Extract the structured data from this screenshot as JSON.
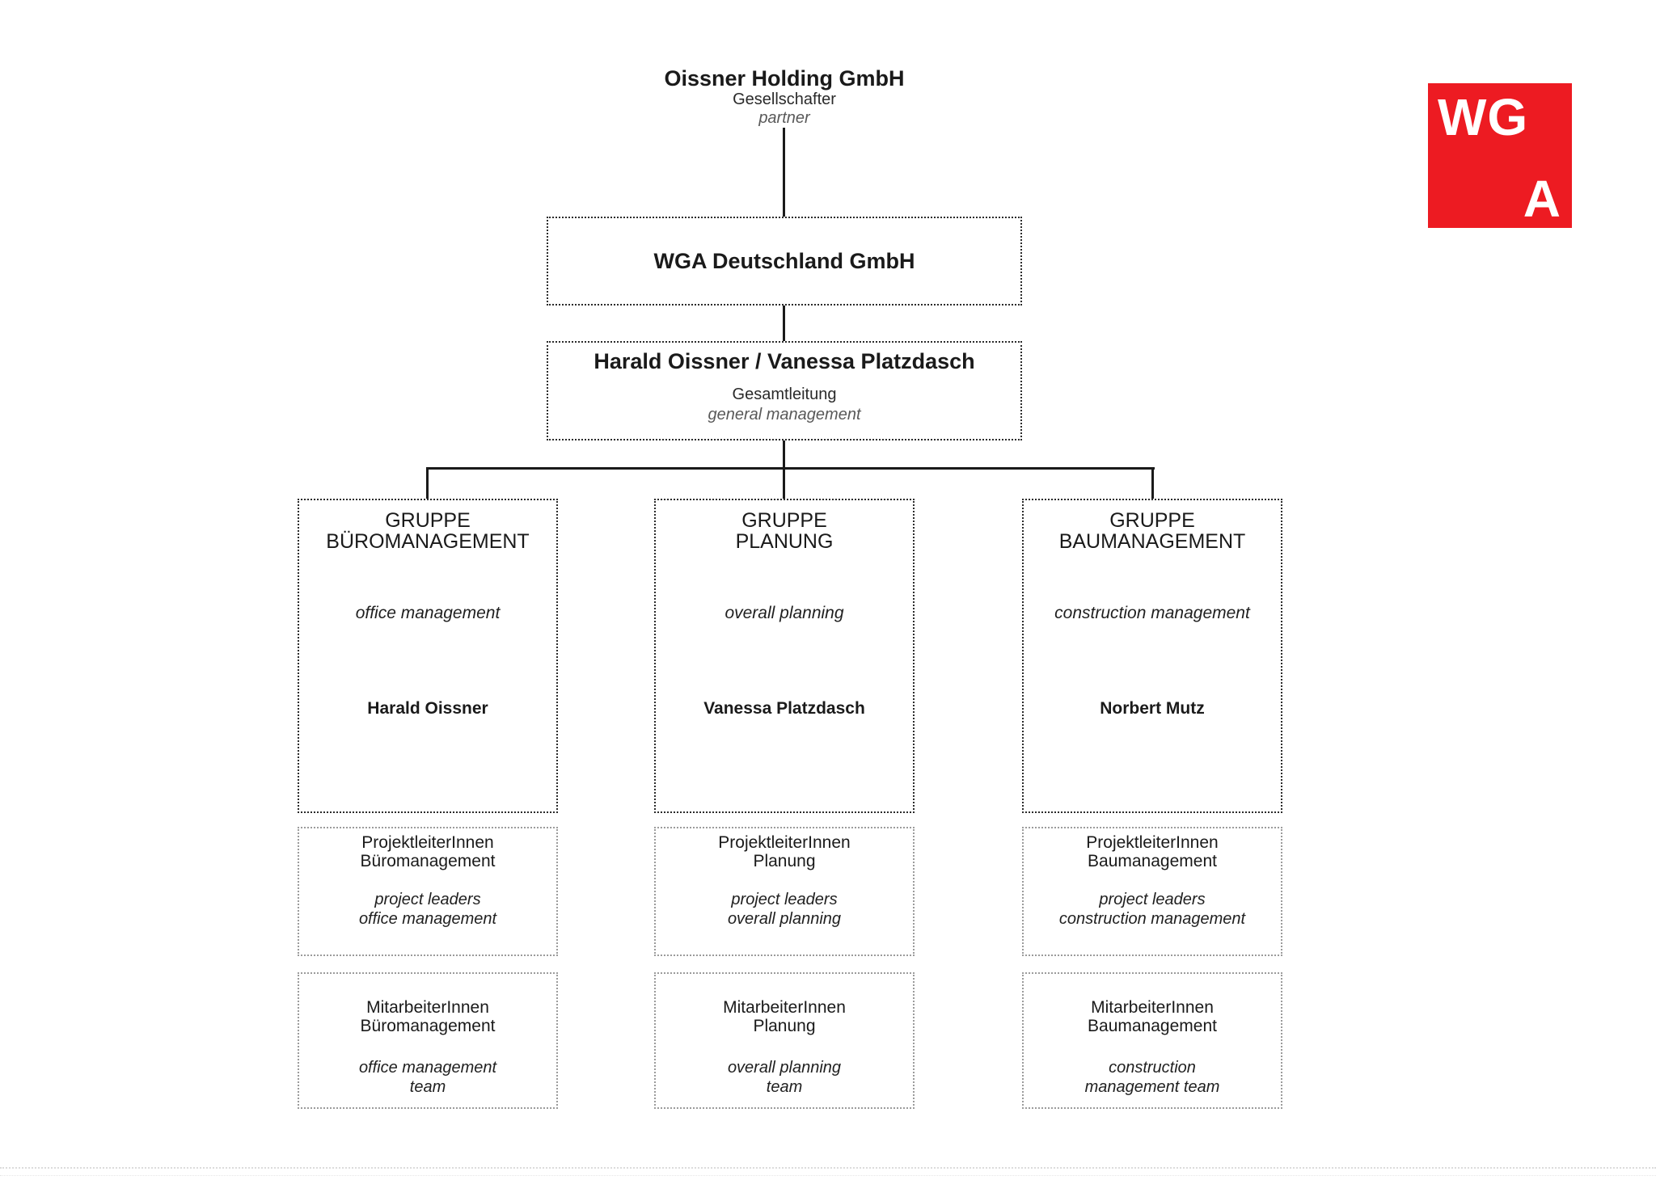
{
  "logo": {
    "top_left": "WG",
    "bottom_right": "A",
    "background_color": "#ed1b22",
    "text_color": "#ffffff"
  },
  "holding": {
    "title": "Oissner Holding GmbH",
    "role_de": "Gesellschafter",
    "role_en": "partner"
  },
  "company": {
    "title": "WGA Deutschland GmbH"
  },
  "management": {
    "title": "Harald Oissner / Vanessa Platzdasch",
    "role_de": "Gesamtleitung",
    "role_en": "general management"
  },
  "groups": [
    {
      "id": "bueromanagement",
      "title_line1": "GRUPPE",
      "title_line2": "BÜROMANAGEMENT",
      "subtitle_en": "office management",
      "lead": "Harald Oissner",
      "project_leaders": {
        "title_line1": "ProjektleiterInnen",
        "title_line2": "Büromanagement",
        "subtitle_line1": "project leaders",
        "subtitle_line2": "office management"
      },
      "team": {
        "title_line1": "MitarbeiterInnen",
        "title_line2": "Büromanagement",
        "subtitle_line1": "office management",
        "subtitle_line2": "team"
      }
    },
    {
      "id": "planung",
      "title_line1": "GRUPPE",
      "title_line2": "PLANUNG",
      "subtitle_en": "overall planning",
      "lead": "Vanessa Platzdasch",
      "project_leaders": {
        "title_line1": "ProjektleiterInnen",
        "title_line2": "Planung",
        "subtitle_line1": "project leaders",
        "subtitle_line2": "overall planning"
      },
      "team": {
        "title_line1": "MitarbeiterInnen",
        "title_line2": "Planung",
        "subtitle_line1": "overall planning",
        "subtitle_line2": "team"
      }
    },
    {
      "id": "baumanagement",
      "title_line1": "GRUPPE",
      "title_line2": "BAUMANAGEMENT",
      "subtitle_en": "construction management",
      "lead": "Norbert Mutz",
      "project_leaders": {
        "title_line1": "ProjektleiterInnen",
        "title_line2": "Baumanagement",
        "subtitle_line1": "project leaders",
        "subtitle_line2": "construction management"
      },
      "team": {
        "title_line1": "MitarbeiterInnen",
        "title_line2": "Baumanagement",
        "subtitle_line1": "construction",
        "subtitle_line2": "management team"
      }
    }
  ],
  "colors": {
    "text": "#1a1a1a",
    "muted_italic": "#595959",
    "logo_red": "#ed1b22",
    "box_border_dark": "#2b2b2b",
    "box_border_light": "#9b9b9b",
    "connector": "#1a1a1a"
  }
}
